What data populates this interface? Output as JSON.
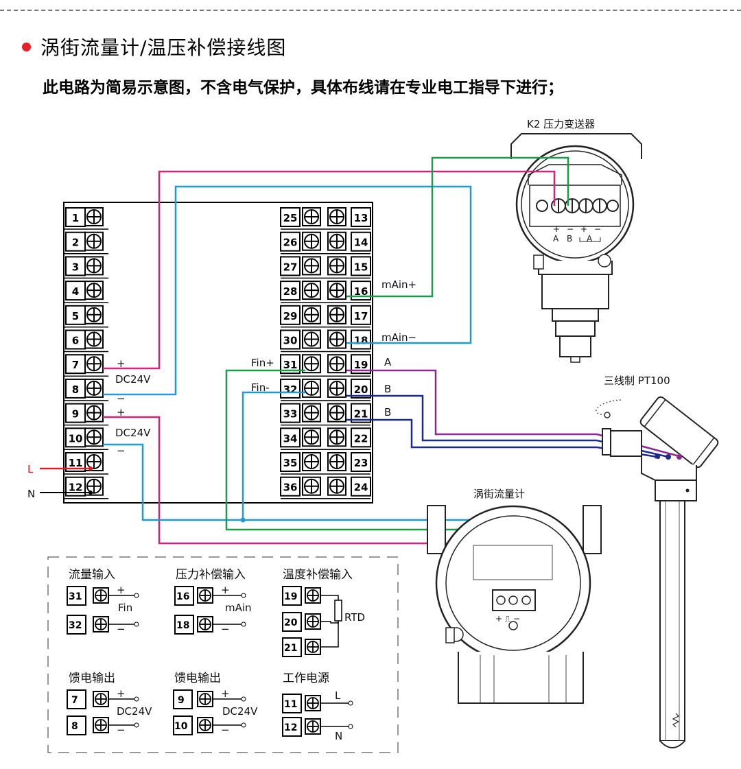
{
  "header": {
    "title": "涡街流量计/温压补偿接线图",
    "subtitle": "此电路为简易示意图，不含电气保护，具体布线请在专业电工指导下进行；"
  },
  "colors": {
    "bullet": "#e8202a",
    "magenta": "#d4247a",
    "cyan": "#1e9ad6",
    "green": "#1a9a4a",
    "purple": "#8a2a90",
    "navy": "#1e2a8a",
    "red": "#d81e2a"
  },
  "devices": {
    "pressure_transmitter": {
      "title": "K2 压力变送器",
      "terminals": [
        "+",
        "−",
        "+",
        "−"
      ],
      "sub_labels": [
        "A",
        "B",
        "A"
      ]
    },
    "rtd_sensor": {
      "title": "三线制 PT100"
    },
    "flowmeter": {
      "title": "涡街流量计",
      "terminal_marks": "+ ⎍ −"
    }
  },
  "terminal_block": {
    "left_numbers": [
      "1",
      "2",
      "3",
      "4",
      "5",
      "6",
      "7",
      "8",
      "9",
      "10",
      "11",
      "12"
    ],
    "mid_numbers": [
      "25",
      "26",
      "27",
      "28",
      "29",
      "30",
      "31",
      "32",
      "33",
      "34",
      "35",
      "36"
    ],
    "right_numbers": [
      "13",
      "14",
      "15",
      "16",
      "17",
      "18",
      "19",
      "20",
      "21",
      "22",
      "23",
      "24"
    ],
    "labels": {
      "dc1_plus": "+",
      "dc1_text": "DC24V",
      "dc1_minus": "−",
      "dc2_plus": "+",
      "dc2_text": "DC24V",
      "dc2_minus": "−",
      "fin_plus": "Fin+",
      "fin_minus": "Fin-",
      "main_plus": "mAin+",
      "main_minus": "mAin−",
      "a": "A",
      "b1": "B",
      "b2": "B",
      "L": "L",
      "N": "N"
    }
  },
  "legend": {
    "flow_input": {
      "title": "流量输入",
      "terminals": [
        "31",
        "32"
      ],
      "plus": "+",
      "minus": "−",
      "signal": "Fin"
    },
    "pressure_input": {
      "title": "压力补偿输入",
      "terminals": [
        "16",
        "18"
      ],
      "plus": "+",
      "minus": "−",
      "signal": "mAin"
    },
    "temp_input": {
      "title": "温度补偿输入",
      "terminals": [
        "19",
        "20",
        "21"
      ],
      "signal": "RTD"
    },
    "feed_out_1": {
      "title": "馈电输出",
      "terminals": [
        "7",
        "8"
      ],
      "plus": "+",
      "minus": "−",
      "signal": "DC24V"
    },
    "feed_out_2": {
      "title": "馈电输出",
      "terminals": [
        "9",
        "10"
      ],
      "plus": "+",
      "minus": "−",
      "signal": "DC24V"
    },
    "power": {
      "title": "工作电源",
      "terminals": [
        "11",
        "12"
      ],
      "L": "L",
      "N": "N"
    }
  }
}
